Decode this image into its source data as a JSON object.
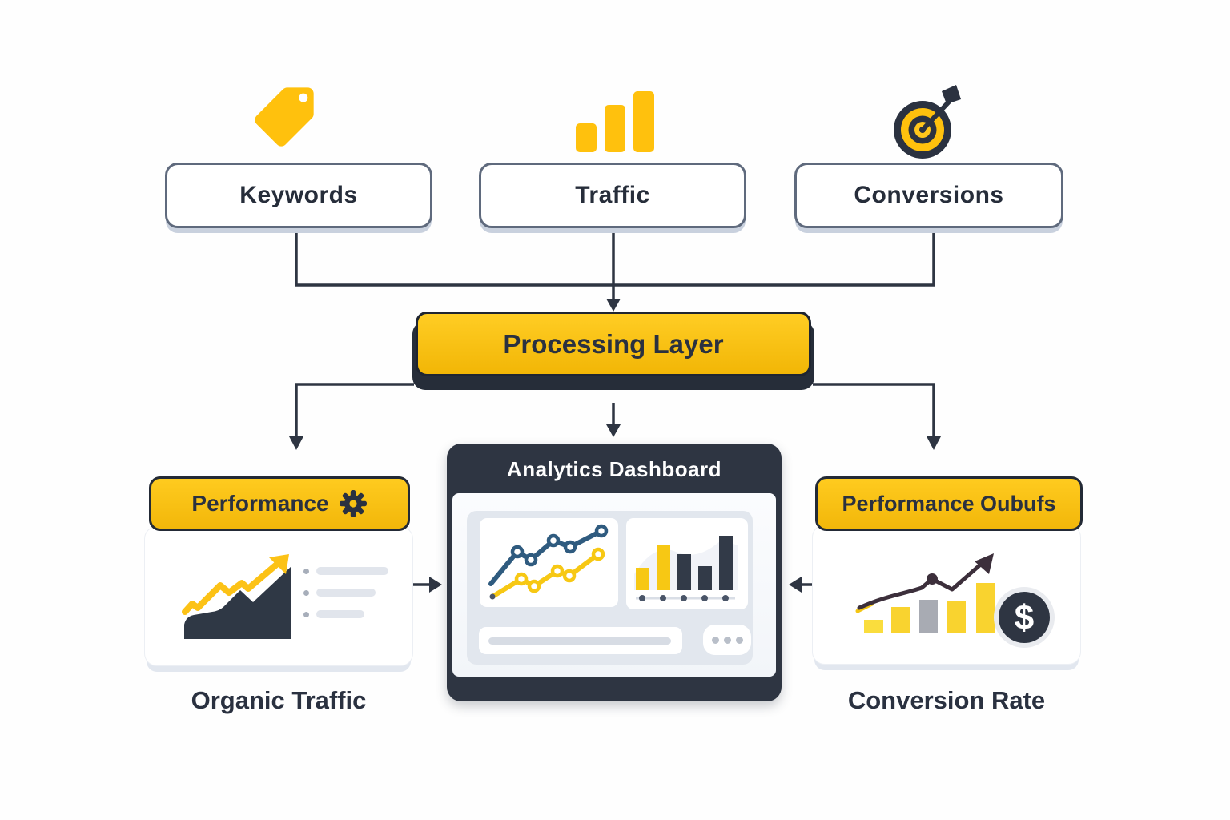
{
  "colors": {
    "accent_yellow": "#FFC10D",
    "dark_slate": "#2E3542",
    "navy_line": "#2F5B7F"
  },
  "inputs": [
    {
      "label": "Keywords",
      "icon": "tag-icon"
    },
    {
      "label": "Traffic",
      "icon": "bar-chart-icon"
    },
    {
      "label": "Conversions",
      "icon": "target-icon"
    }
  ],
  "processing": {
    "label": "Processing Layer"
  },
  "dashboard": {
    "title": "Analytics Dashboard",
    "more_icon": "ellipsis-icon"
  },
  "left_output": {
    "header": "Performance",
    "header_icon": "gear-icon",
    "caption": "Organic Traffic"
  },
  "right_output": {
    "header": "Performance Oubufs",
    "caption": "Conversion Rate",
    "coin_symbol": "$"
  }
}
